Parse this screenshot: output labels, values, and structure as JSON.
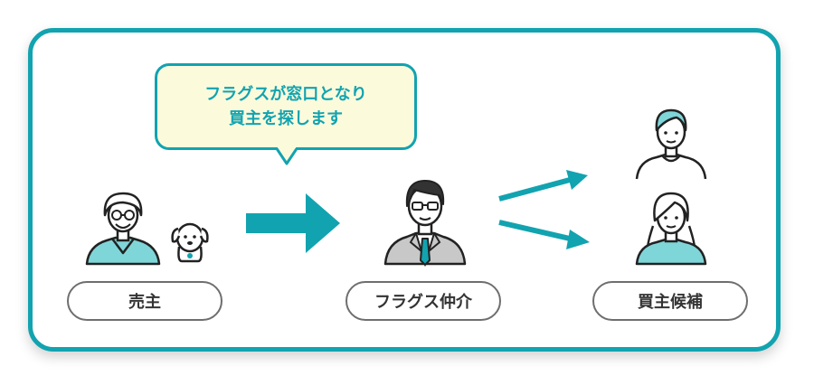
{
  "bubble": {
    "line1": "フラグスが窓口となり",
    "line2": "買主を探します"
  },
  "labels": {
    "seller": "売主",
    "agent": "フラグス仲介",
    "buyers": "買主候補"
  },
  "colors": {
    "accent": "#12a3b0",
    "bubble_bg": "#fbfbdc",
    "figure_fill": "#7fd6d9",
    "suit": "#c8c8c8"
  },
  "icons": [
    "seller-elderly-man-icon",
    "dog-icon",
    "agent-businessman-icon",
    "buyer-man-icon",
    "buyer-woman-icon",
    "right-arrow-icon"
  ]
}
